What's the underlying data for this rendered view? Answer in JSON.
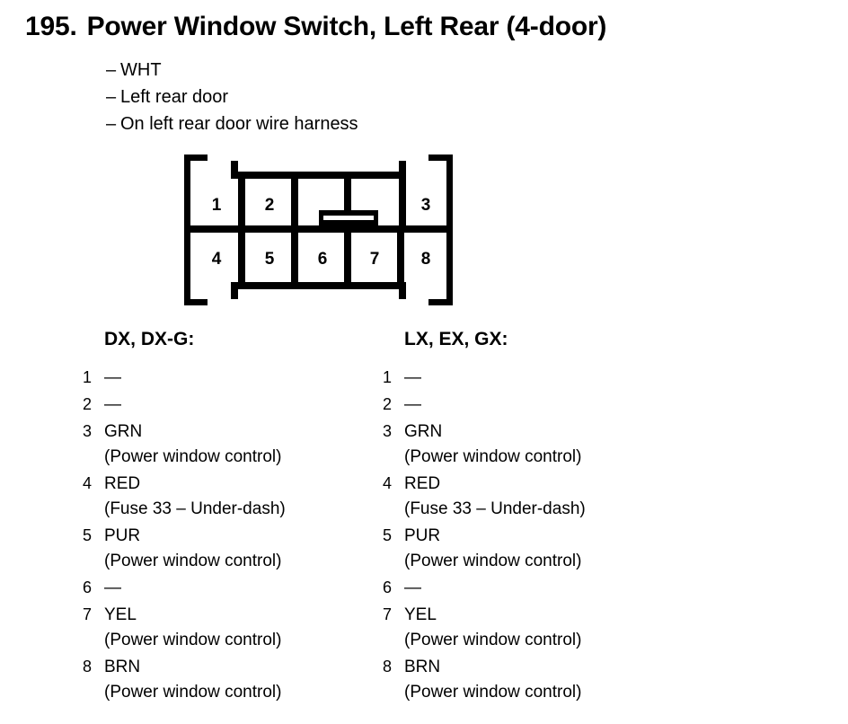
{
  "header": {
    "number": "195.",
    "title": "Power Window Switch, Left Rear (4-door)",
    "bullets": [
      "WHT",
      "Left rear door",
      "On left rear door wire harness"
    ],
    "bullet_dash": "–"
  },
  "connector": {
    "top_row": [
      "1",
      "2",
      "3"
    ],
    "bottom_row": [
      "4",
      "5",
      "6",
      "7",
      "8"
    ],
    "latch_tab": "latch-tab"
  },
  "columns": [
    {
      "heading": "DX, DX-G:",
      "pins": [
        {
          "index": "1",
          "value": "—",
          "desc": ""
        },
        {
          "index": "2",
          "value": "—",
          "desc": ""
        },
        {
          "index": "3",
          "value": "GRN",
          "desc": "(Power window control)"
        },
        {
          "index": "4",
          "value": "RED",
          "desc": "(Fuse 33 – Under-dash)"
        },
        {
          "index": "5",
          "value": "PUR",
          "desc": "(Power window control)"
        },
        {
          "index": "6",
          "value": "—",
          "desc": ""
        },
        {
          "index": "7",
          "value": "YEL",
          "desc": "(Power window control)"
        },
        {
          "index": "8",
          "value": "BRN",
          "desc": "(Power window control)"
        }
      ]
    },
    {
      "heading": "LX, EX, GX:",
      "pins": [
        {
          "index": "1",
          "value": "—",
          "desc": ""
        },
        {
          "index": "2",
          "value": "—",
          "desc": ""
        },
        {
          "index": "3",
          "value": "GRN",
          "desc": "(Power window control)"
        },
        {
          "index": "4",
          "value": "RED",
          "desc": "(Fuse 33 – Under-dash)"
        },
        {
          "index": "5",
          "value": "PUR",
          "desc": "(Power window control)"
        },
        {
          "index": "6",
          "value": "—",
          "desc": ""
        },
        {
          "index": "7",
          "value": "YEL",
          "desc": "(Power window control)"
        },
        {
          "index": "8",
          "value": "BRN",
          "desc": "(Power window control)"
        }
      ]
    }
  ],
  "colors": {
    "ink": "#000000",
    "paper": "#ffffff"
  }
}
